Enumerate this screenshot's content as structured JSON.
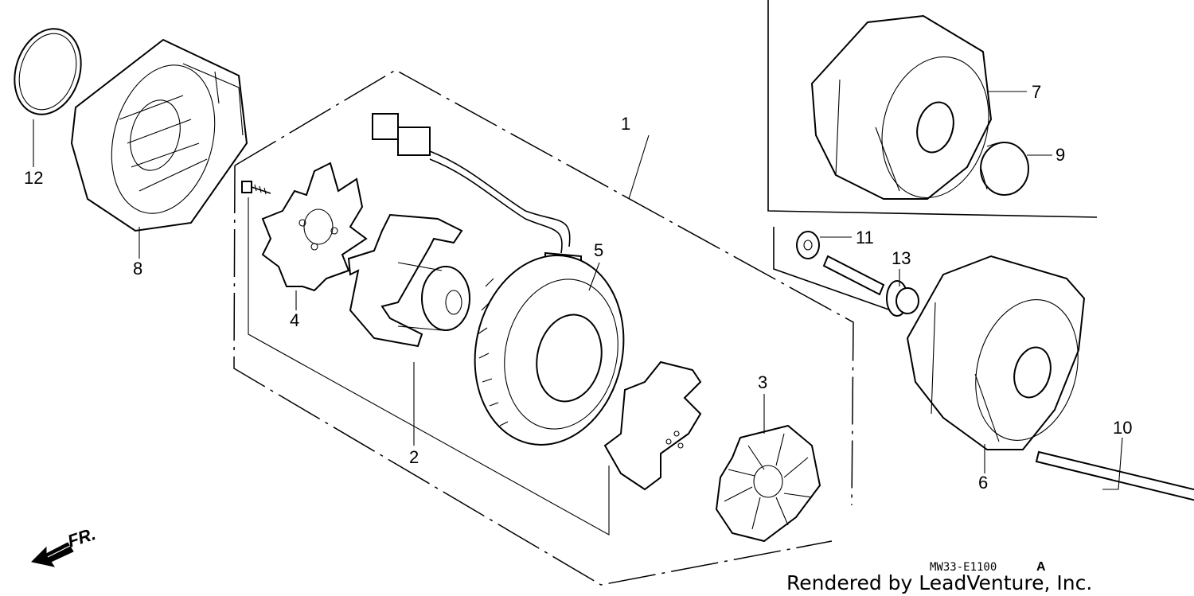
{
  "callouts": [
    {
      "id": "1",
      "label": "1"
    },
    {
      "id": "2",
      "label": "2"
    },
    {
      "id": "3",
      "label": "3"
    },
    {
      "id": "4",
      "label": "4"
    },
    {
      "id": "5",
      "label": "5"
    },
    {
      "id": "6",
      "label": "6"
    },
    {
      "id": "7",
      "label": "7"
    },
    {
      "id": "8",
      "label": "8"
    },
    {
      "id": "9",
      "label": "9"
    },
    {
      "id": "10",
      "label": "10"
    },
    {
      "id": "11",
      "label": "11"
    },
    {
      "id": "12",
      "label": "12"
    },
    {
      "id": "13",
      "label": "13"
    }
  ],
  "front_indicator": {
    "label": "FR.",
    "icon": "front-arrow-icon"
  },
  "diagram_code": {
    "prefix": "MW33-E1100",
    "suffix": "A"
  },
  "credit": "Rendered by LeadVenture, Inc."
}
